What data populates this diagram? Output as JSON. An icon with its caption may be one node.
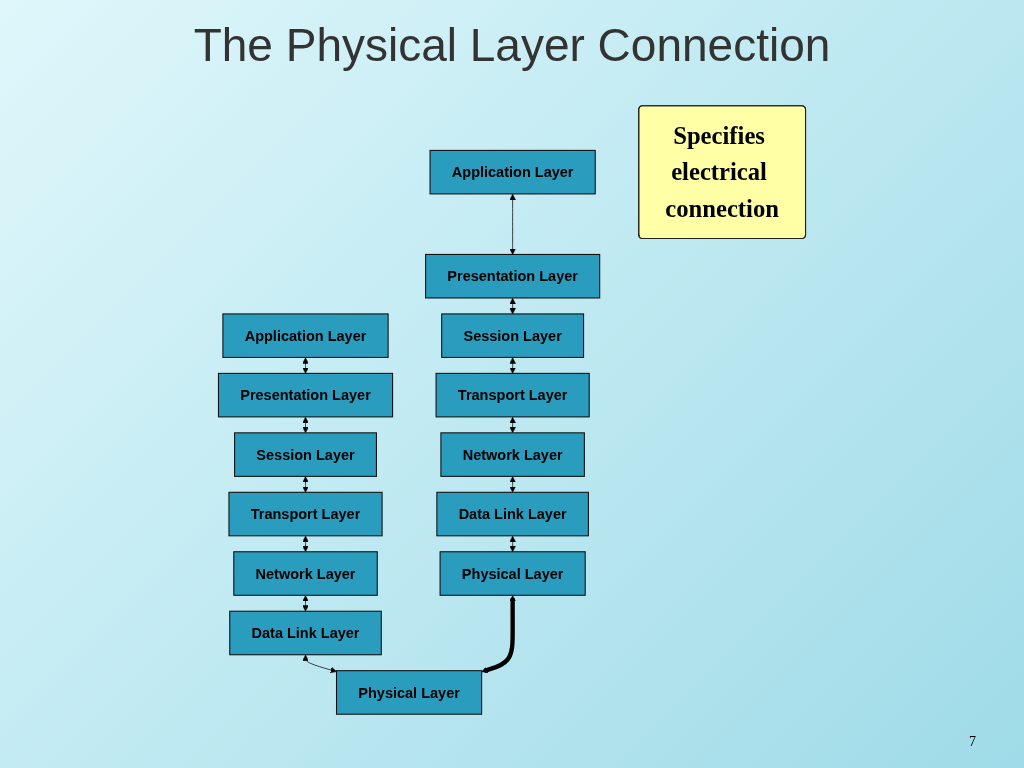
{
  "diagram": {
    "title": "The Physical Layer Connection",
    "nodes": [
      {
        "text": [
          "Application Layer"
        ]
      },
      {
        "text": [
          "Presentation Layer"
        ]
      },
      {
        "text": [
          "Session Layer"
        ]
      },
      {
        "text": [
          "Transport Layer"
        ]
      },
      {
        "text": [
          "Network Layer"
        ]
      },
      {
        "text": [
          "Data Link Layer"
        ]
      },
      {
        "text": [
          "Physical Layer"
        ]
      },
      {
        "text": [
          "Application Layer"
        ]
      },
      {
        "text": [
          "Presentation Layer"
        ]
      },
      {
        "text": [
          "Session Layer"
        ]
      },
      {
        "text": [
          "Transport Layer"
        ]
      },
      {
        "text": [
          "Network Layer"
        ]
      },
      {
        "text": [
          "Data Link Layer"
        ]
      },
      {
        "text": [
          "Physical Layer"
        ]
      },
      {
        "text": [
          "Specifies electrical connection"
        ]
      }
    ],
    "edges": [
      {
        "from": 0,
        "to": 1,
        "arrow": "both"
      },
      {
        "from": 1,
        "to": 2,
        "arrow": "both"
      },
      {
        "from": 2,
        "to": 3,
        "arrow": "both"
      },
      {
        "from": 3,
        "to": 4,
        "arrow": "both"
      },
      {
        "from": 4,
        "to": 5,
        "arrow": "both"
      },
      {
        "from": 5,
        "to": 6,
        "arrow": "both"
      },
      {
        "from": 7,
        "to": 8,
        "arrow": "both"
      },
      {
        "from": 8,
        "to": 9,
        "arrow": "both"
      },
      {
        "from": 9,
        "to": 10,
        "arrow": "both"
      },
      {
        "from": 10,
        "to": 11,
        "arrow": "both"
      },
      {
        "from": 11,
        "to": 12,
        "arrow": "both"
      },
      {
        "from": 12,
        "to": 13,
        "arrow": "both"
      },
      {
        "from": 6,
        "to": 13,
        "arrow": "both",
        "style": "thick"
      }
    ],
    "labels": [
      "7"
    ]
  }
}
